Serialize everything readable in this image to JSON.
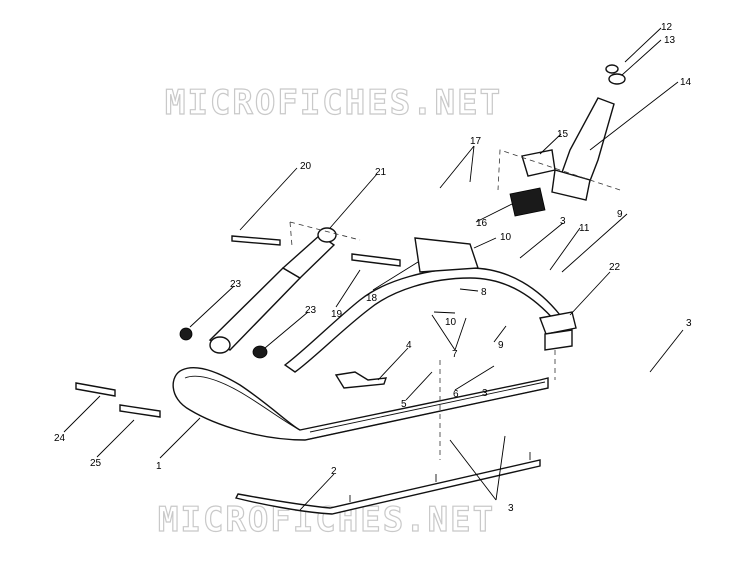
{
  "watermarks": [
    "MICROFICHES.NET",
    "MICROFICHES.NET"
  ],
  "callouts": [
    "1",
    "2",
    "3",
    "3",
    "3",
    "3",
    "4",
    "5",
    "6",
    "7",
    "8",
    "9",
    "9",
    "10",
    "10",
    "11",
    "12",
    "13",
    "14",
    "15",
    "16",
    "17",
    "18",
    "19",
    "20",
    "21",
    "22",
    "23",
    "23",
    "24",
    "25"
  ]
}
